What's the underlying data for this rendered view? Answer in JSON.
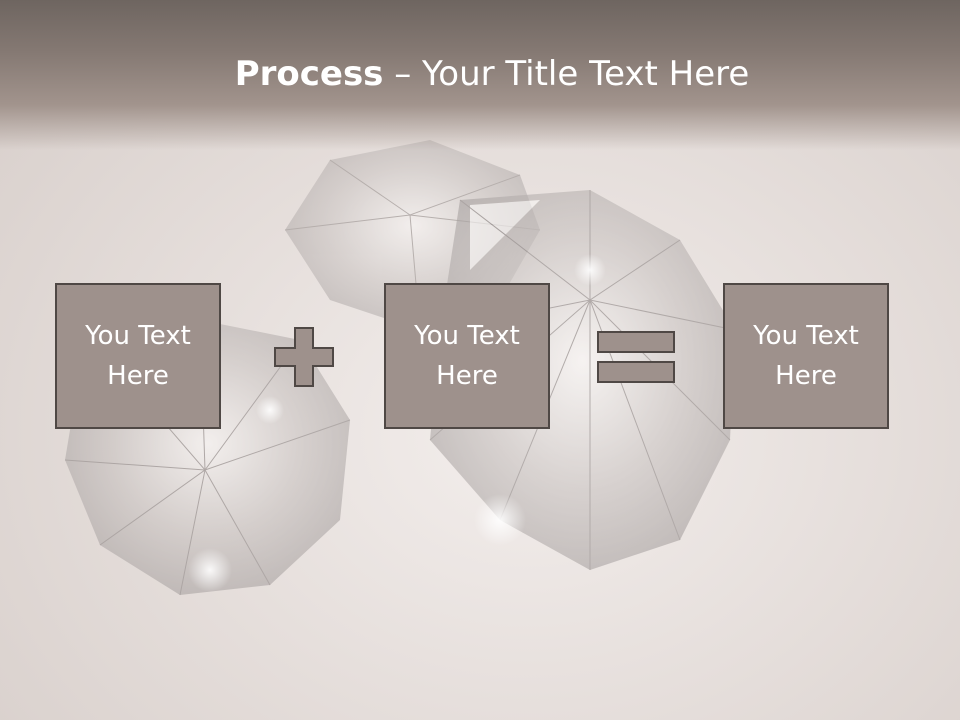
{
  "title": {
    "bold": "Process",
    "rest": " – Your Title Text Here"
  },
  "boxes": [
    {
      "line1": "You Text",
      "line2": "Here"
    },
    {
      "line1": "You Text",
      "line2": "Here"
    },
    {
      "line1": "You Text",
      "line2": "Here"
    }
  ],
  "operators": [
    "plus-icon",
    "equals-icon"
  ],
  "colors": {
    "box_fill": "#9e918c",
    "box_border": "#4f4845",
    "band": "#857973",
    "text": "#ffffff"
  }
}
